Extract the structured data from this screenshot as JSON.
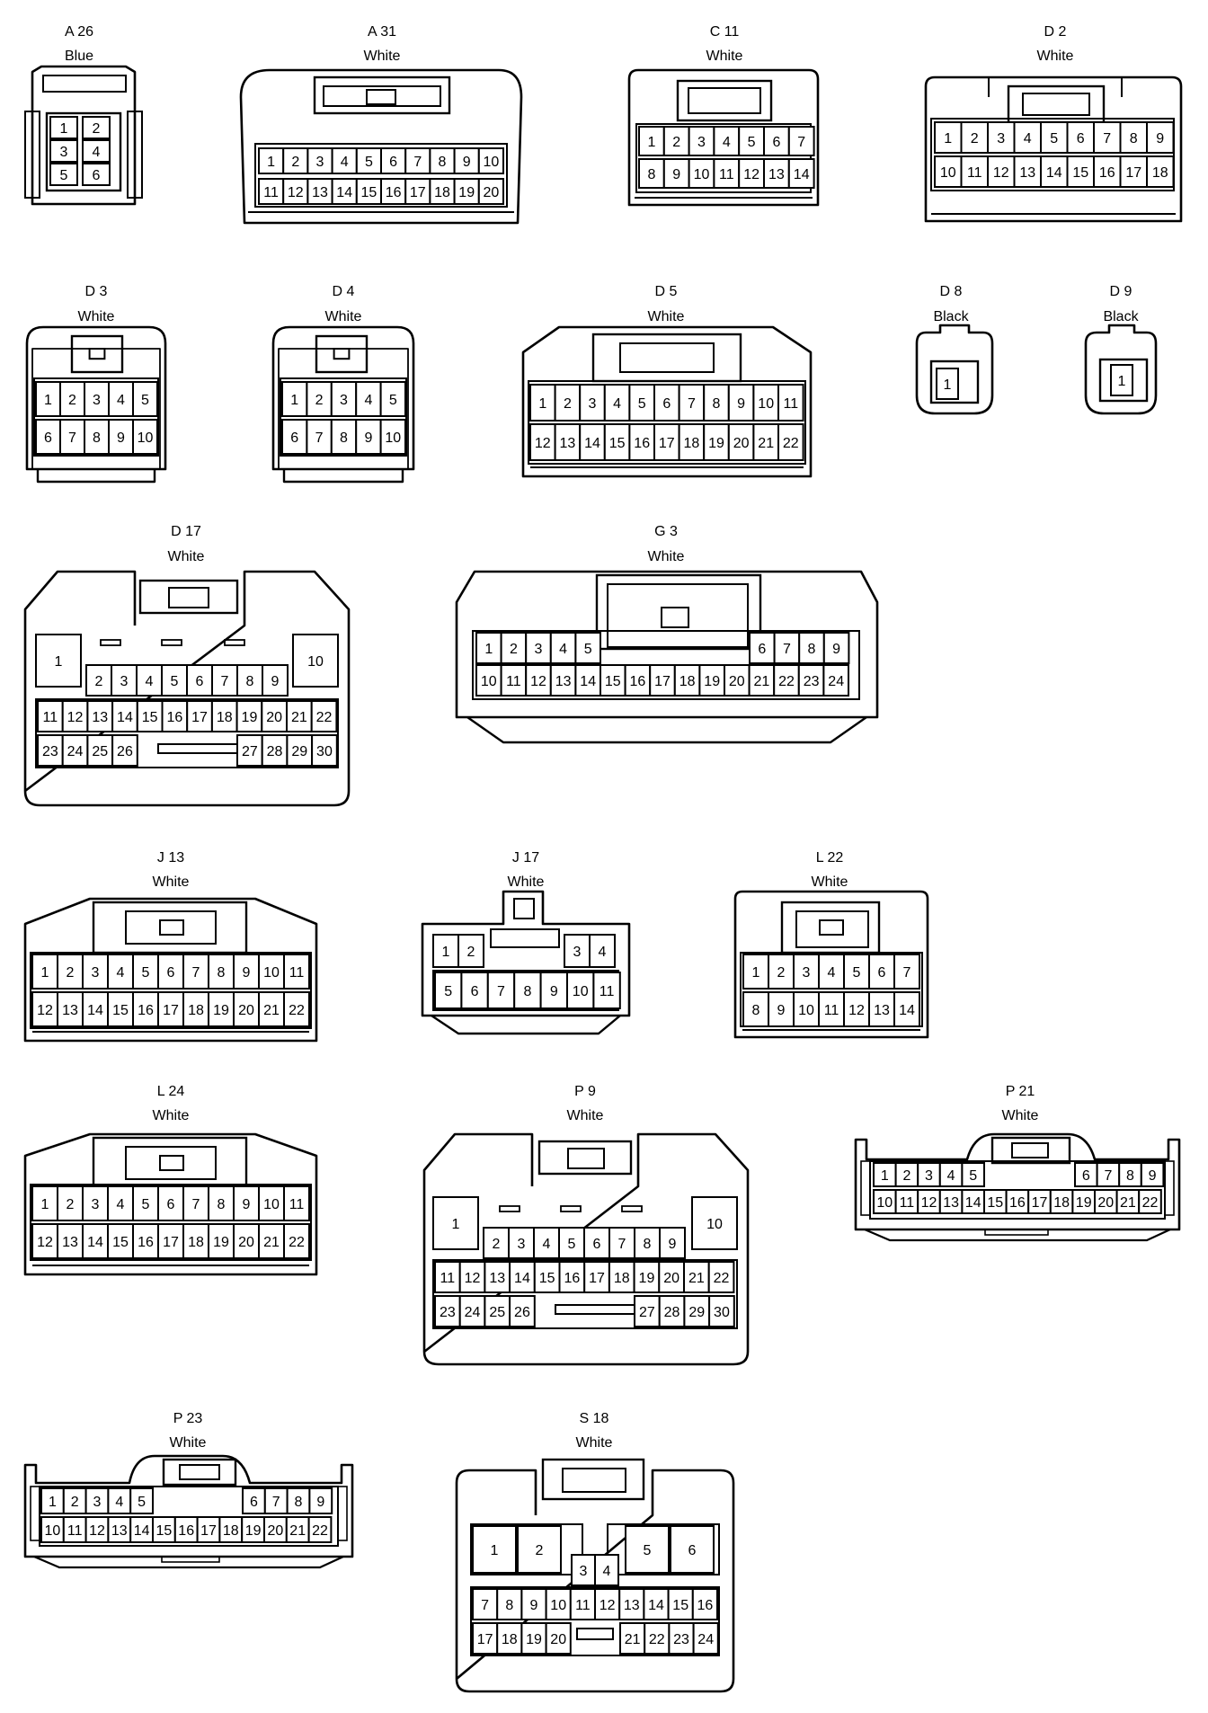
{
  "connectors": [
    {
      "id": "A 26",
      "color": "Blue"
    },
    {
      "id": "A 31",
      "color": "White"
    },
    {
      "id": "C 11",
      "color": "White"
    },
    {
      "id": "D 2",
      "color": "White"
    },
    {
      "id": "D 3",
      "color": "White"
    },
    {
      "id": "D 4",
      "color": "White"
    },
    {
      "id": "D 5",
      "color": "White"
    },
    {
      "id": "D 8",
      "color": "Black"
    },
    {
      "id": "D 9",
      "color": "Black"
    },
    {
      "id": "D 17",
      "color": "White"
    },
    {
      "id": "G 3",
      "color": "White"
    },
    {
      "id": "J 13",
      "color": "White"
    },
    {
      "id": "J 17",
      "color": "White"
    },
    {
      "id": "L 22",
      "color": "White"
    },
    {
      "id": "L 24",
      "color": "White"
    },
    {
      "id": "P 9",
      "color": "White"
    },
    {
      "id": "P 21",
      "color": "White"
    },
    {
      "id": "P 23",
      "color": "White"
    },
    {
      "id": "S 18",
      "color": "White"
    }
  ]
}
